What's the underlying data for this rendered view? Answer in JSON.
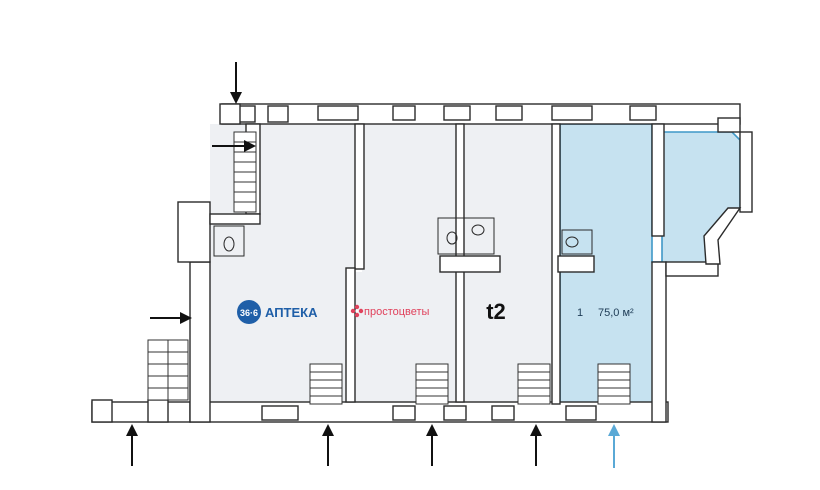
{
  "tenants": {
    "pharmacy": {
      "badge": "36·6",
      "name": "АПТЕКА",
      "badge_color": "#1f5fa8",
      "text_color": "#1f5fa8"
    },
    "flowers": {
      "name": "простоцветы",
      "color": "#e0425c"
    },
    "telecom": {
      "name": "t2",
      "color": "#111111"
    }
  },
  "unit": {
    "number": "1",
    "area": "75,0 м²",
    "fill_color": "#c6e2f0",
    "border_color": "#3f98c7"
  },
  "entrances": {
    "color": "#111111",
    "highlight_color": "#5aa9d6"
  }
}
